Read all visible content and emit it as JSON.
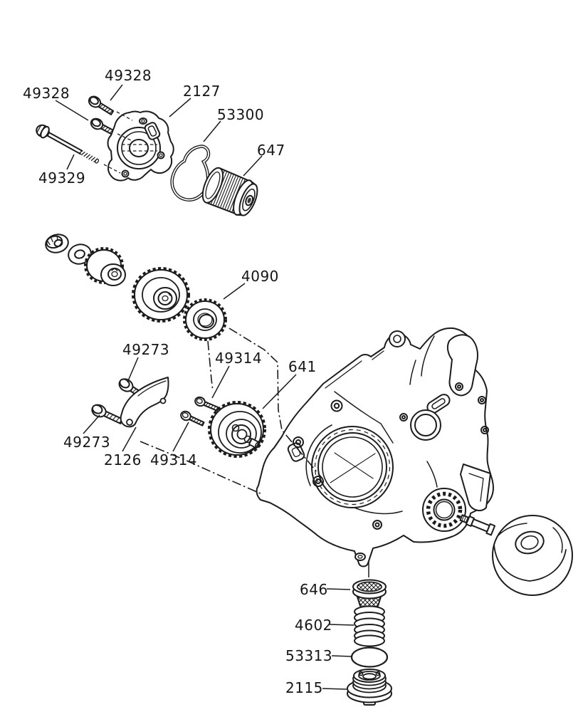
{
  "colors": {
    "background": "#ffffff",
    "ink": "#1c1c1c"
  },
  "diagram": {
    "type": "exploded-parts-diagram",
    "labels": [
      {
        "text": "49328"
      },
      {
        "text": "49328"
      },
      {
        "text": "2127"
      },
      {
        "text": "53300"
      },
      {
        "text": "647"
      },
      {
        "text": "49329"
      },
      {
        "text": "4090"
      },
      {
        "text": "49273"
      },
      {
        "text": "49314"
      },
      {
        "text": "641"
      },
      {
        "text": "49273"
      },
      {
        "text": "2126"
      },
      {
        "text": "49314"
      },
      {
        "text": "646"
      },
      {
        "text": "4602"
      },
      {
        "text": "53313"
      },
      {
        "text": "2115"
      }
    ]
  }
}
